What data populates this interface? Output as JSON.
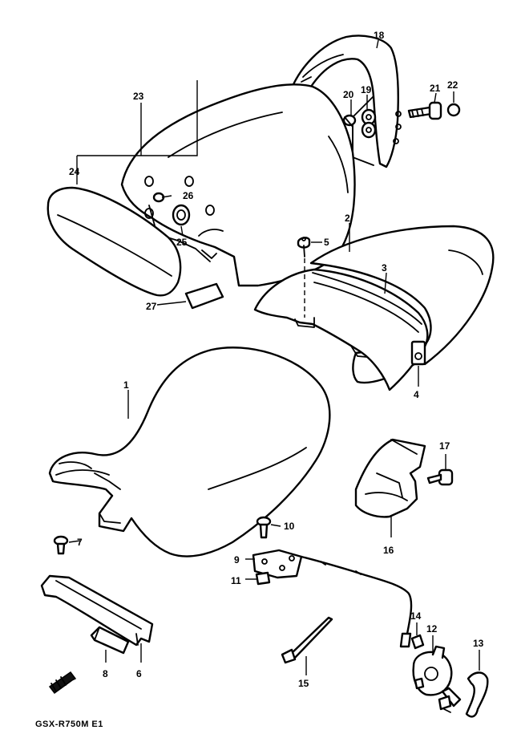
{
  "model_code": "GSX-R750M E1",
  "parts": [
    {
      "number": "1"
    },
    {
      "number": "2"
    },
    {
      "number": "3"
    },
    {
      "number": "4"
    },
    {
      "number": "5"
    },
    {
      "number": "6"
    },
    {
      "number": "7"
    },
    {
      "number": "8"
    },
    {
      "number": "9"
    },
    {
      "number": "10"
    },
    {
      "number": "11"
    },
    {
      "number": "12"
    },
    {
      "number": "13"
    },
    {
      "number": "14"
    },
    {
      "number": "15"
    },
    {
      "number": "16"
    },
    {
      "number": "17"
    },
    {
      "number": "18"
    },
    {
      "number": "19"
    },
    {
      "number": "20"
    },
    {
      "number": "21"
    },
    {
      "number": "22"
    },
    {
      "number": "23"
    },
    {
      "number": "24"
    },
    {
      "number": "25"
    },
    {
      "number": "26"
    },
    {
      "number": "27"
    }
  ],
  "colors": {
    "ink": "#000000",
    "paper": "#ffffff"
  }
}
